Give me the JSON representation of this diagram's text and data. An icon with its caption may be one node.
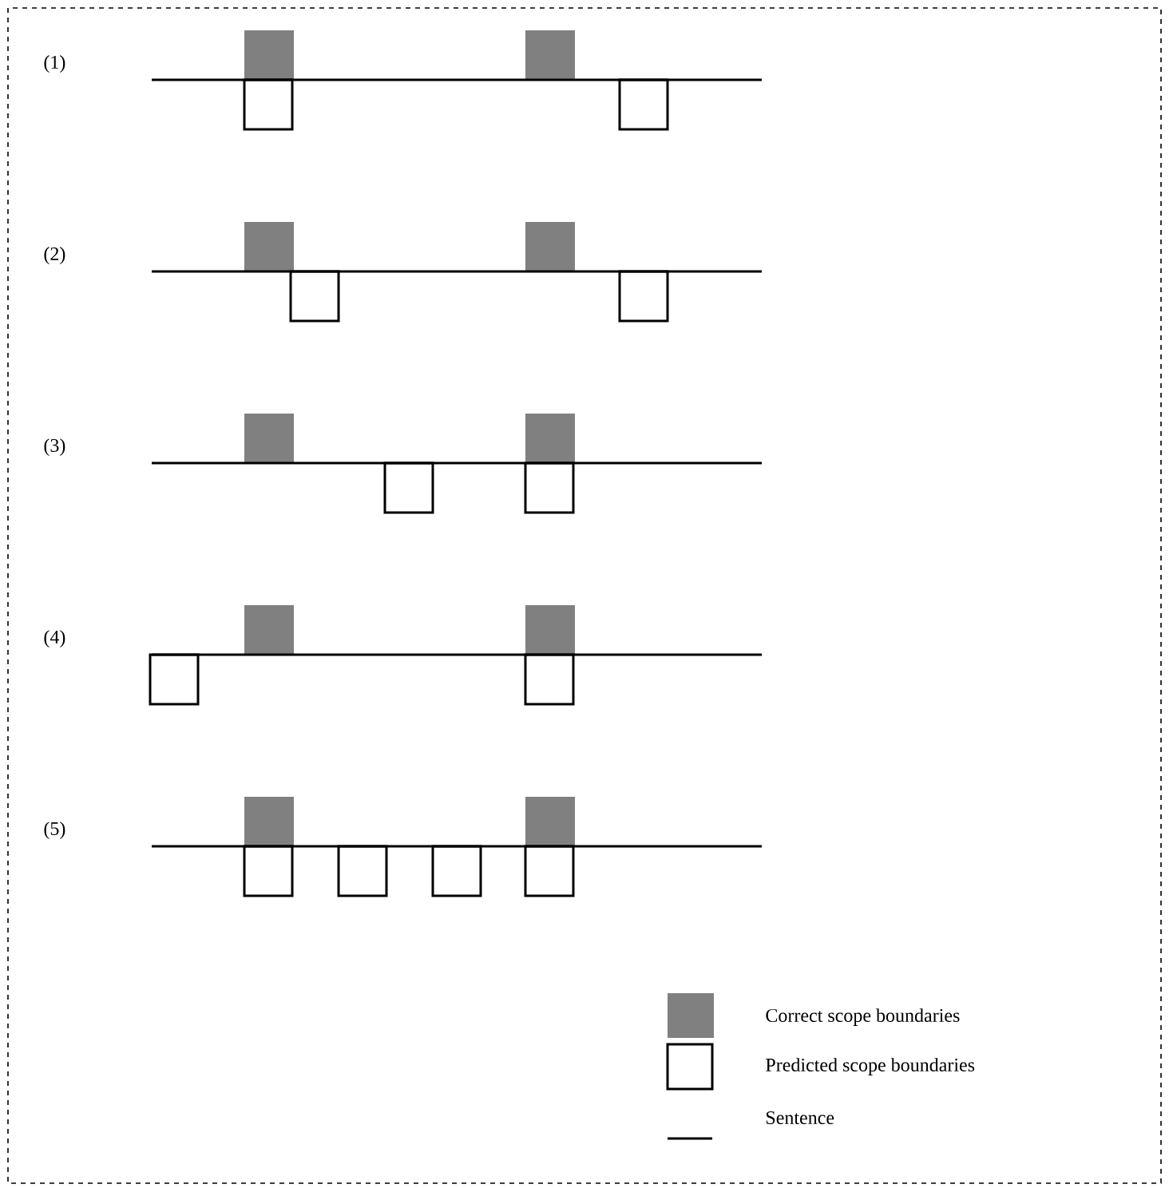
{
  "diagram": {
    "labels": [
      "(1)",
      "(2)",
      "(3)",
      "(4)",
      "(5)"
    ],
    "legend": [
      {
        "text": "Correct scope boundaries",
        "color": "#808080"
      },
      {
        "text": "Predicted scope boundaries"
      },
      {
        "text": "Sentence"
      }
    ]
  }
}
